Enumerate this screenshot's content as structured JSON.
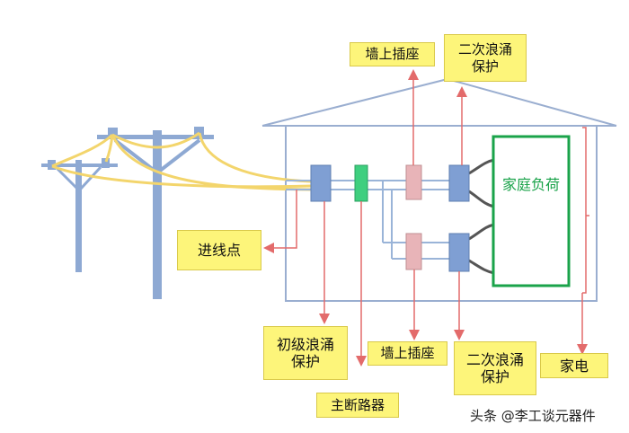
{
  "labels": {
    "wall_socket_top": "墙上插座",
    "secondary_surge_top_line1": "二次浪涌",
    "secondary_surge_top_line2": "保护",
    "entry_point": "进线点",
    "primary_surge_line1": "初级浪涌",
    "primary_surge_line2": "保护",
    "wall_socket_bottom": "墙上插座",
    "secondary_surge_bottom_line1": "二次浪涌",
    "secondary_surge_bottom_line2": "保护",
    "appliances": "家电",
    "main_breaker": "主断路器",
    "household_load": "家庭负荷"
  },
  "watermark": "头条 @李工谈元器件",
  "colors": {
    "label_fill": "#fdf57a",
    "pole": "#8ea9d3",
    "overhead_wire": "#f3d56c",
    "device_blue": "#7f9fd3",
    "breaker_green": "#3fcf7f",
    "socket_pink": "#e8b4b8",
    "load_border": "#1aa34a",
    "arrow_red": "#e36b6b"
  }
}
